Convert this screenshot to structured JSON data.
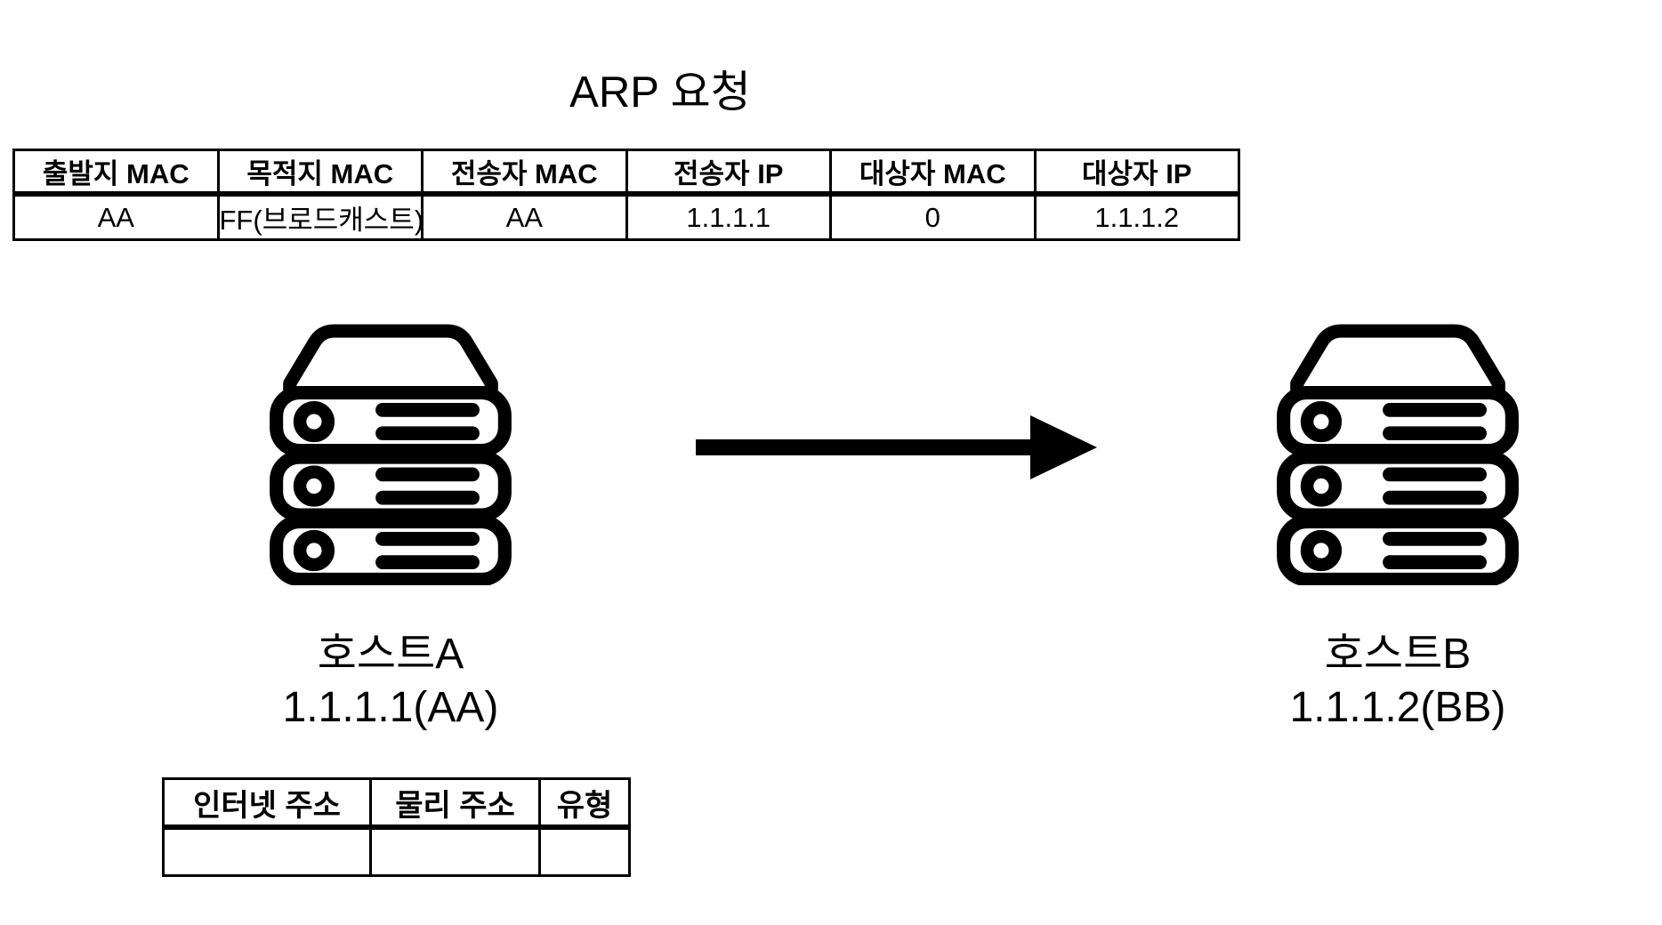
{
  "page": {
    "background_color": "#ffffff",
    "foreground_color": "#000000"
  },
  "title": "ARP 요청",
  "arp_packet_table": {
    "headers": [
      "출발지 MAC",
      "목적지 MAC",
      "전송자 MAC",
      "전송자 IP",
      "대상자 MAC",
      "대상자 IP"
    ],
    "rows": [
      [
        "AA",
        "FF(브로드캐스트)",
        "AA",
        "1.1.1.1",
        "0",
        "1.1.1.2"
      ]
    ]
  },
  "host_a": {
    "icon": "server-icon",
    "name": "호스트A",
    "address": "1.1.1.1(AA)"
  },
  "host_b": {
    "icon": "server-icon",
    "name": "호스트B",
    "address": "1.1.1.2(BB)"
  },
  "arrow": {
    "icon": "arrow-right-icon",
    "from": "호스트A",
    "to": "호스트B"
  },
  "arp_cache_table": {
    "headers": [
      "인터넷 주소",
      "물리 주소",
      "유형"
    ],
    "rows": [
      [
        "",
        "",
        ""
      ]
    ]
  }
}
